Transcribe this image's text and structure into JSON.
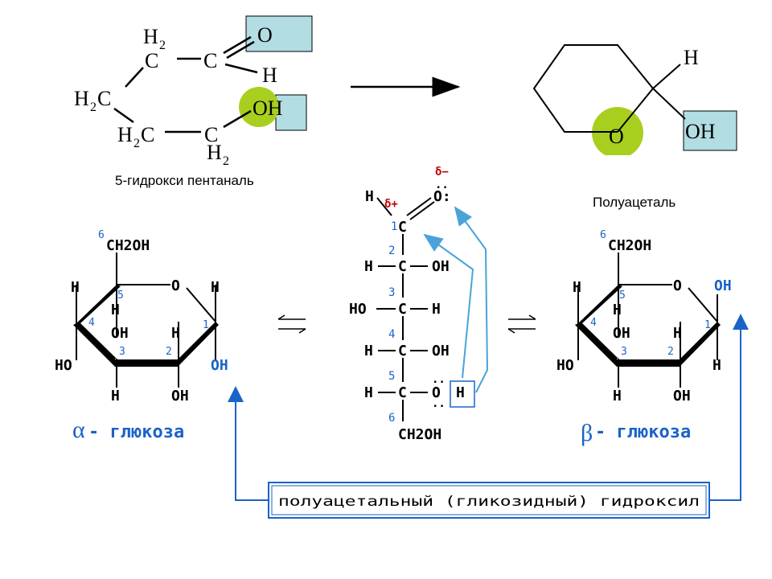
{
  "top_left_molecule": {
    "atoms": {
      "h2_top": "H",
      "c_top": "C",
      "c_carbonyl": "C",
      "o_carbonyl": "O",
      "h_aldehyde": "H",
      "h2c_mid": "H",
      "c_mid": "C",
      "h2c_low": "H",
      "c_low": "C",
      "c_bottom": "C",
      "oh_hydroxyl": "OH",
      "h2_bottom": "H"
    },
    "name": "5-гидрокси пентаналь"
  },
  "top_right_molecule": {
    "ring_o": "O",
    "h": "H",
    "oh": "OH",
    "name": "Полуацеталь"
  },
  "open_chain": {
    "delta_minus": "δ−",
    "delta_plus": "δ+",
    "h1": "H",
    "o1": "O:",
    "c1": "C",
    "row2": [
      "H",
      "C",
      "OH"
    ],
    "row3": [
      "HO",
      "C",
      "H"
    ],
    "row4": [
      "H",
      "C",
      "OH"
    ],
    "row5": [
      "H",
      "C",
      "O",
      "H"
    ],
    "c6": "CH2OH",
    "numbers": [
      "1",
      "2",
      "3",
      "4",
      "5",
      "6"
    ]
  },
  "alpha_glucose": {
    "ch2oh": "CH2OH",
    "ring_o": "O",
    "c1_top": "H",
    "c5_h": "H",
    "c4_left": "HO",
    "c4_top": "H",
    "c3_oh": "OH",
    "c3_h": "H",
    "c2_h": "H",
    "c2_oh": "OH",
    "c1_bottom": "OH",
    "numbers": [
      "6",
      "5",
      "4",
      "3",
      "2",
      "1"
    ],
    "greek": "α",
    "name": "- глюкоза"
  },
  "beta_glucose": {
    "ch2oh": "CH2OH",
    "ring_o": "O",
    "c1_top": "OH",
    "c5_h": "H",
    "c4_left": "HO",
    "c4_top": "H",
    "c3_oh": "OH",
    "c3_h": "H",
    "c2_h": "H",
    "c2_oh": "OH",
    "c1_bottom": "H",
    "numbers": [
      "6",
      "5",
      "4",
      "3",
      "2",
      "1"
    ],
    "greek": "β",
    "name": "- глюкоза"
  },
  "caption": "полуацетальный (гликозидный) гидроксил",
  "colors": {
    "accent_blue": "#1a63c8",
    "arrow_light_blue": "#4aa3d8",
    "highlight_box": "#b2dde2",
    "oxygen_circle": "#a8cf1e",
    "delta_red": "#c00000"
  }
}
